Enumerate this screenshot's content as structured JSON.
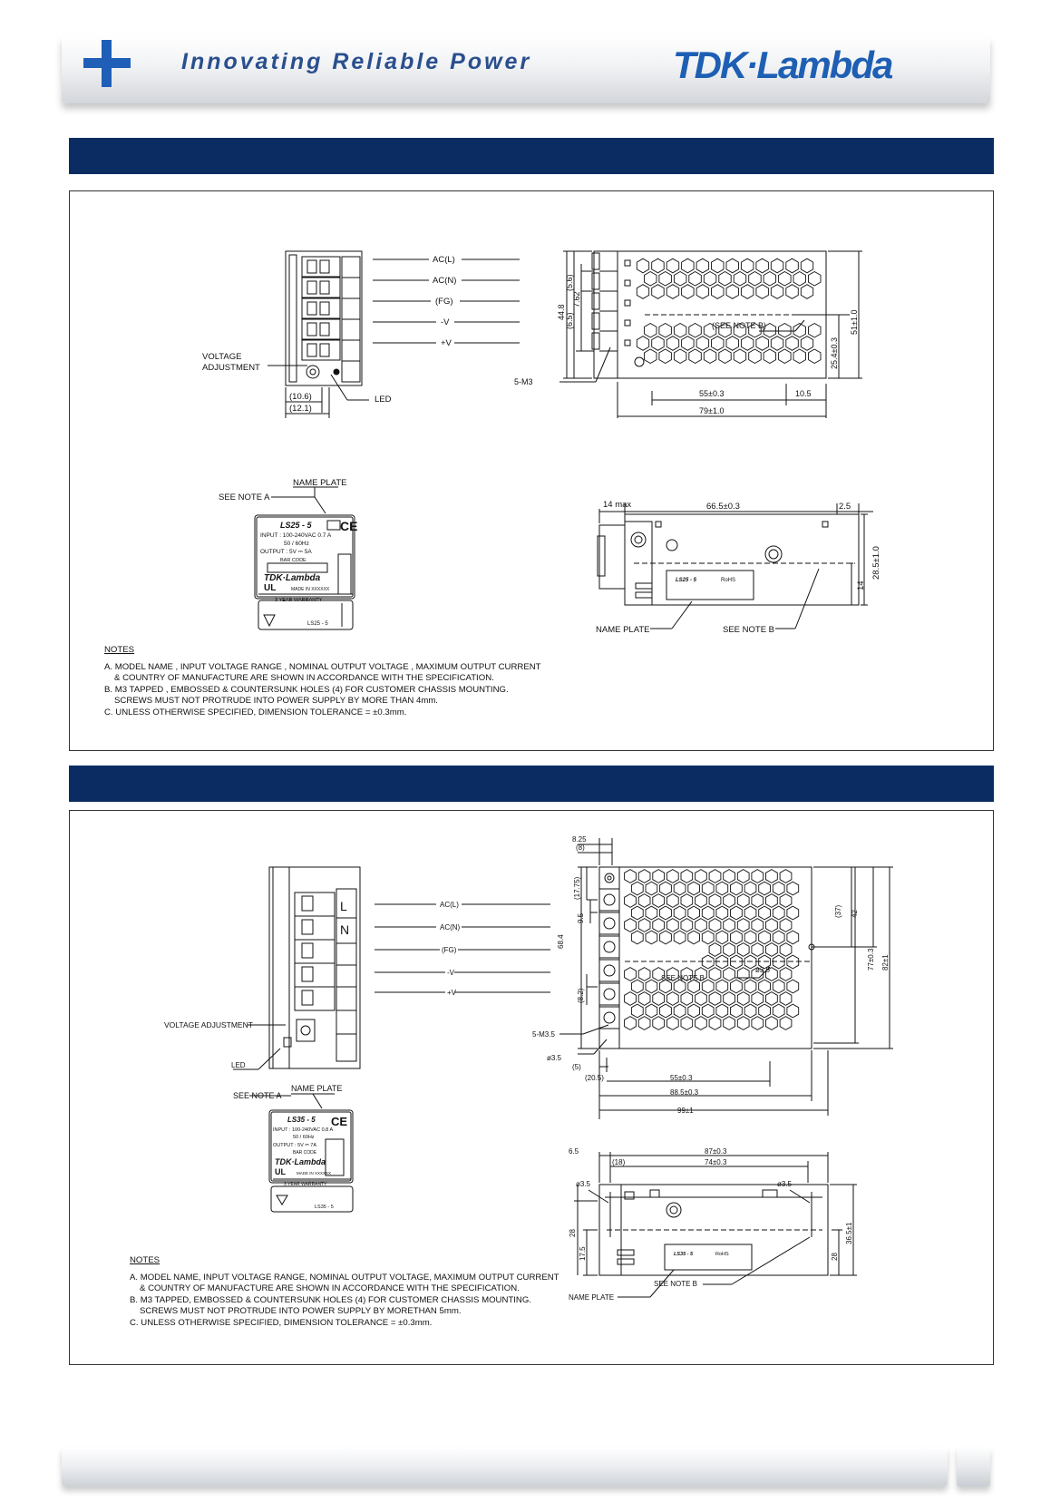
{
  "header": {
    "tagline": "Innovating Reliable Power",
    "brand": "TDK·Lambda",
    "accent_color": "#0b2c63",
    "brand_color": "#1e5fb4"
  },
  "section1": {
    "labels": {
      "acl": "AC(L)",
      "acn": "AC(N)",
      "fg": "(FG)",
      "negv": "-V",
      "posv": "+V",
      "volt1": "VOLTAGE",
      "volt2": "ADJUSTMENT",
      "led": "LED",
      "d106": "(10.6)",
      "d121": "(12.1)",
      "m3": "5-M3",
      "d448": "44.8",
      "d65": "(6.5)",
      "d762": "7.62",
      "d56": "(5.6)",
      "seenoteb": "(SEE NOTE B)",
      "d51": "51±1.0",
      "d254": "25.4±0.3",
      "d55": "55±0.3",
      "d105": "10.5",
      "d79": "79±1.0",
      "seenotea": "SEE NOTE A",
      "nameplate": "NAME PLATE",
      "d14max": "14  max",
      "d665": "66.5±0.3",
      "d25": "2.5",
      "d285": "28.5±1.0",
      "d14": "14",
      "nameplate2": "NAME PLATE",
      "seenoteb2": "SEE NOTE B"
    },
    "plate": {
      "model": "LS25 - 5",
      "ce": "CE",
      "input": "INPUT : 100-240VAC   0.7 A",
      "freq": "50 / 60Hz",
      "output": "OUTPUT : 5V ⎓ 5A",
      "barcode": "BAR  CODE",
      "brand": "TDK·Lambda",
      "made": "MADE IN XXXXXX",
      "warranty": "3 YEAR WARRANTY",
      "ul": "UL",
      "small_model": "LS25 - 5",
      "rohs": "RoHS"
    },
    "notes": {
      "title": "NOTES",
      "a1": "A. MODEL NAME , INPUT VOLTAGE RANGE , NOMINAL OUTPUT VOLTAGE , MAXIMUM OUTPUT CURRENT",
      "a2": "& COUNTRY OF MANUFACTURE ARE SHOWN IN ACCORDANCE WITH THE SPECIFICATION.",
      "b1": "B. M3 TAPPED , EMBOSSED  & COUNTERSUNK HOLES (4) FOR CUSTOMER CHASSIS MOUNTING.",
      "b2": "SCREWS MUST NOT PROTRUDE INTO POWER SUPPLY BY MORE THAN 4mm.",
      "c1": "C. UNLESS OTHERWISE SPECIFIED, DIMENSION TOLERANCE = ±0.3mm."
    }
  },
  "section2": {
    "labels": {
      "acl": "AC(L)",
      "acn": "AC(N)",
      "fg": "(FG)",
      "negv": "-V",
      "posv": "+V",
      "volt": "VOLTAGE  ADJUSTMENT",
      "led": "LED",
      "d825": "8.25",
      "d8": "(8)",
      "d1775": "(17.75)",
      "d95": "9.5",
      "d684": "68.4",
      "d82b": "(8.2)",
      "m35": "5-M3.5",
      "h35a": "ø3.5",
      "d5": "(5)",
      "seenoteb": "SEE  NOTE  B",
      "h35b": "ø3.5",
      "d37": "(37)",
      "d42": "42",
      "d77": "77±0.3",
      "d82": "82±1",
      "d205": "(20.5)",
      "d55": "55±0.3",
      "d885": "88.5±0.3",
      "d99": "99±1",
      "seenotea": "SEE NOTE A",
      "nameplate": "NAME PLATE",
      "d65": "6.5",
      "d870": "87±0.3",
      "d18": "(18)",
      "d740": "74±0.3",
      "h35c": "ø3.5",
      "h35d": "ø3.5",
      "d28a": "28",
      "d175": "17.5",
      "d28b": "28",
      "d365": "36.5±1",
      "seenoteb2": "SEE  NOTE  B",
      "nameplate2": "NAME  PLATE"
    },
    "plate": {
      "model": "LS35 - 5",
      "ce": "CE",
      "input": "INPUT : 100-240VAC   0.8 A",
      "freq": "50 / 60Hz",
      "output": "OUTPUT : 5V ⎓ 7A",
      "barcode": "BAR  CODE",
      "brand": "TDK·Lambda",
      "made": "MADE IN XXXXXX",
      "warranty": "3 YEAR WARRANTY",
      "ul": "UL",
      "small_model": "LS35 - 5",
      "rohs": "RoHS"
    },
    "notes": {
      "title": "NOTES",
      "a1": "A. MODEL NAME, INPUT VOLTAGE RANGE, NOMINAL OUTPUT VOLTAGE, MAXIMUM OUTPUT CURRENT",
      "a2": "& COUNTRY OF MANUFACTURE ARE SHOWN IN ACCORDANCE WITH THE SPECIFICATION.",
      "b1": "B. M3 TAPPED, EMBOSSED & COUNTERSUNK HOLES (4) FOR CUSTOMER CHASSIS MOUNTING.",
      "b2": "SCREWS MUST NOT PROTRUDE INTO POWER SUPPLY BY MORETHAN 5mm.",
      "c1": "C. UNLESS OTHERWISE SPECIFIED, DIMENSION TOLERANCE = ±0.3mm."
    }
  }
}
